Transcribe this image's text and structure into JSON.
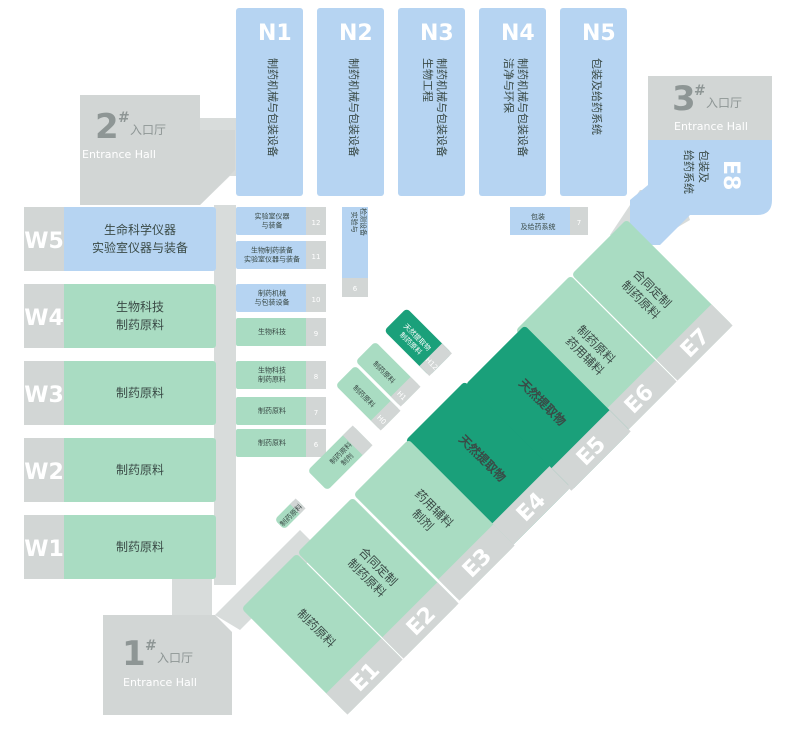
{
  "colors": {
    "corridor": "#d8dcdb",
    "hall_grey": "#d2d6d5",
    "hall_green": "#a9dcc2",
    "hall_blue": "#b6d4f2",
    "highlight": "#1aa07a",
    "label_green": "#bfe5d1",
    "label_blue": "#a9c9ea",
    "grey_text": "#a4abaa",
    "dark_text": "#3a4a46",
    "white_text": "#ffffff"
  },
  "entrances": [
    {
      "num": "1",
      "mark": "#",
      "label": "入口厅",
      "en": "Entrance Hall"
    },
    {
      "num": "2",
      "mark": "#",
      "label": "入口厅",
      "en": "Entrance Hall"
    },
    {
      "num": "3",
      "mark": "#",
      "label": "入口厅",
      "en": "Entrance Hall"
    }
  ],
  "north_halls": [
    {
      "id": "N1",
      "lines": [
        "制药机械与包装设备"
      ]
    },
    {
      "id": "N2",
      "lines": [
        "制药机械与包装设备"
      ]
    },
    {
      "id": "N3",
      "lines": [
        "制药机械与包装设备",
        "生物工程"
      ]
    },
    {
      "id": "N4",
      "lines": [
        "制药机械与包装设备",
        "洁净与环保"
      ]
    },
    {
      "id": "N5",
      "lines": [
        "包装及给药系统"
      ]
    }
  ],
  "west_halls": [
    {
      "id": "W5",
      "lines": [
        "生命科学仪器",
        "实验室仪器与装备"
      ]
    },
    {
      "id": "W4",
      "lines": [
        "生物科技",
        "制药原料"
      ]
    },
    {
      "id": "W3",
      "lines": [
        "制药原料"
      ]
    },
    {
      "id": "W2",
      "lines": [
        "制药原料"
      ]
    },
    {
      "id": "W1",
      "lines": [
        "制药原料"
      ]
    }
  ],
  "inner_halls": [
    {
      "id": "12",
      "lines": [
        "实验室仪器",
        "与装备"
      ]
    },
    {
      "id": "11",
      "lines": [
        "生物制药装备",
        "实验室仪器与装备"
      ]
    },
    {
      "id": "10",
      "lines": [
        "制药机械",
        "与包装设备"
      ]
    },
    {
      "id": "9",
      "lines": [
        "生物科技"
      ]
    },
    {
      "id": "8",
      "lines": [
        "生物科技",
        "制药原料"
      ]
    },
    {
      "id": "7",
      "lines": [
        "制药原料"
      ]
    },
    {
      "id": "6",
      "lines": [
        "制药原料"
      ]
    }
  ],
  "small_halls": {
    "connector_upper": {
      "id": "6",
      "lines": [
        "实验与",
        "检测设备"
      ]
    },
    "connector_small": {
      "id": "7",
      "lines": [
        "包装",
        "及给药系统"
      ]
    },
    "h1": {
      "id": "H1",
      "lines": [
        "制药原料"
      ]
    },
    "h0": {
      "id": "H0",
      "lines": [
        "制药原料"
      ]
    },
    "h12": {
      "id": "H12",
      "lines": [
        "天然提取物",
        "制药原料"
      ]
    },
    "nw": {
      "id": "",
      "lines": [
        "制药原料",
        "制剂"
      ]
    },
    "tiny": {
      "id": "",
      "lines": [
        "制药原料"
      ]
    }
  },
  "east_halls": [
    {
      "id": "E8",
      "lines": [
        "包装及",
        "给药系统"
      ]
    },
    {
      "id": "E7",
      "lines": [
        "合同定制",
        "制药原料"
      ]
    },
    {
      "id": "E6",
      "lines": [
        "制药原料",
        "药用辅料"
      ]
    },
    {
      "id": "E5",
      "lines": [
        "天然提取物"
      ]
    },
    {
      "id": "E4",
      "lines": [
        "天然提取物"
      ]
    },
    {
      "id": "E3",
      "lines": [
        "药用辅料",
        "制剂"
      ]
    },
    {
      "id": "E2",
      "lines": [
        "合同定制",
        "制药原料"
      ]
    },
    {
      "id": "E1",
      "lines": [
        "制药原料"
      ]
    }
  ]
}
